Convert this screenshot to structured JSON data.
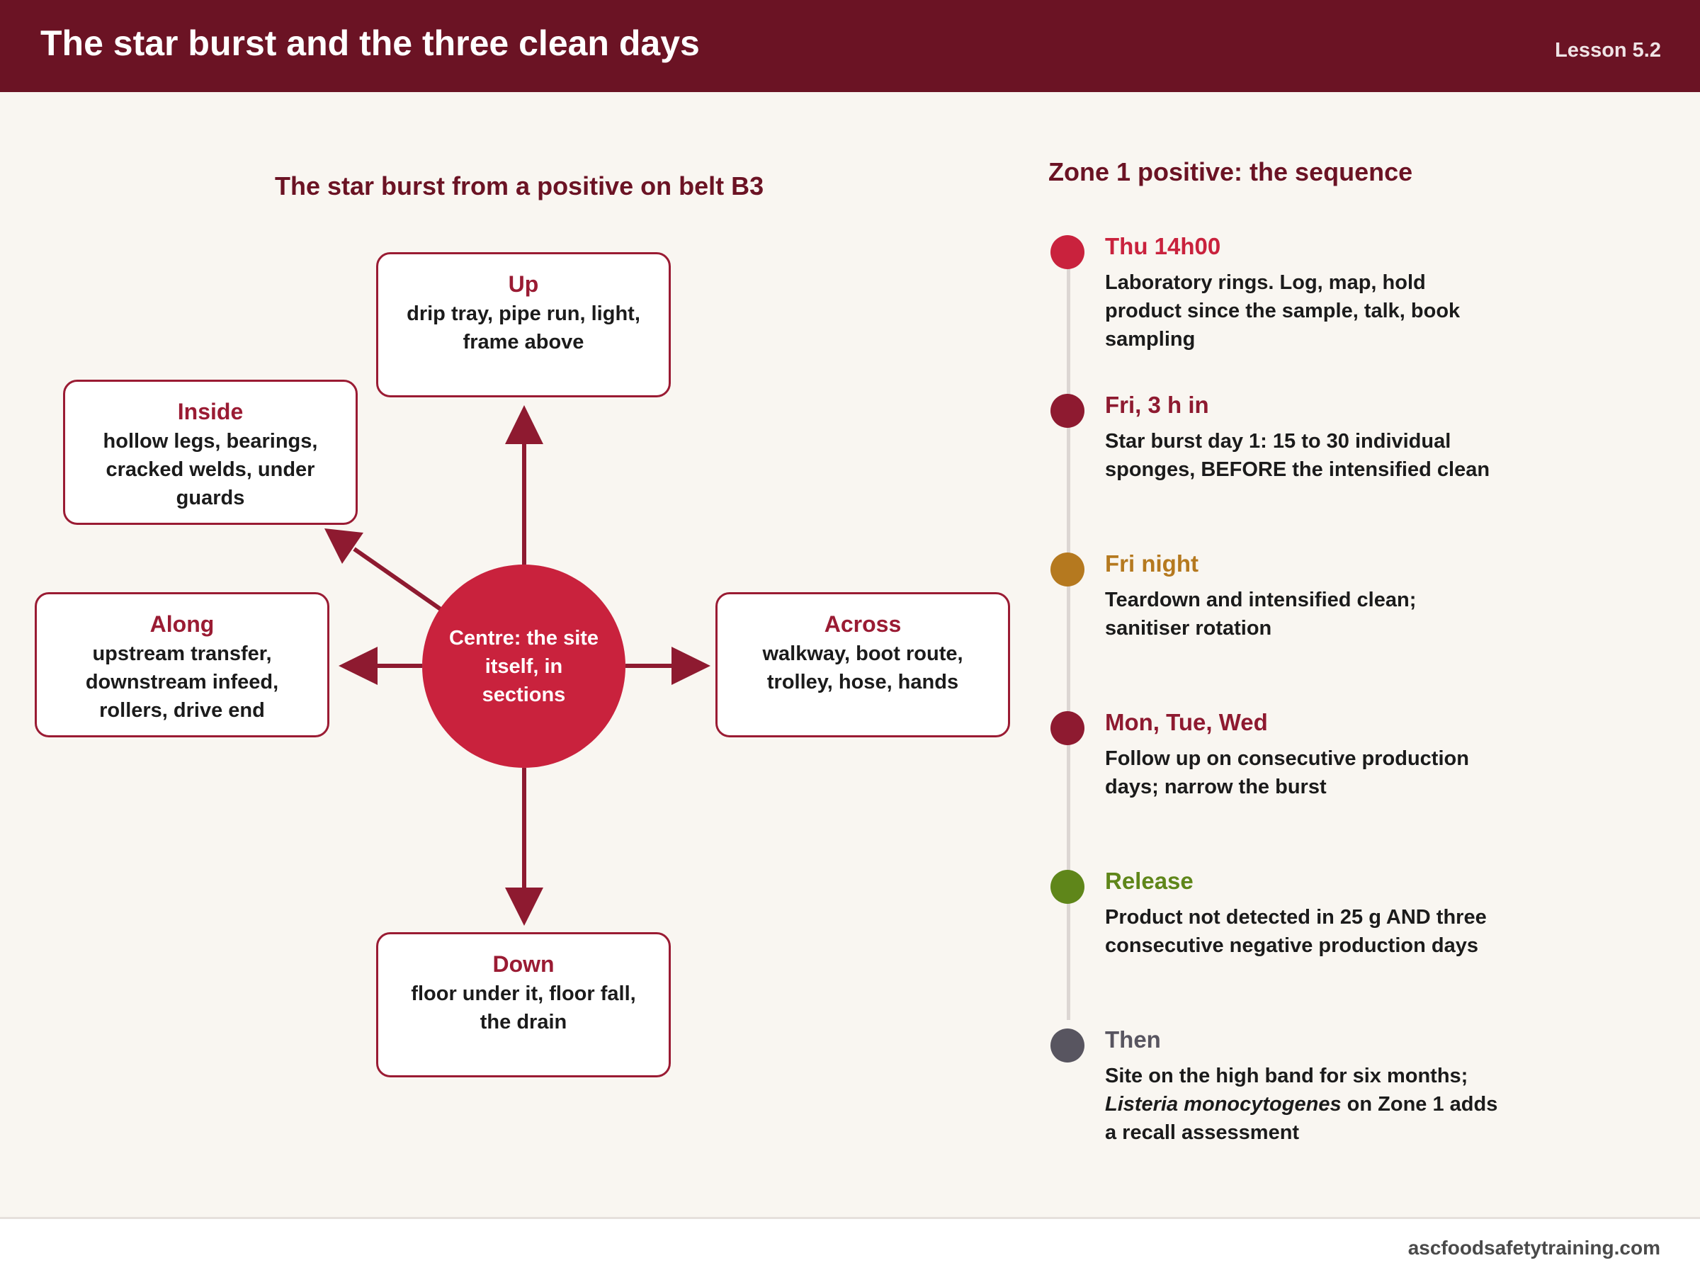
{
  "header": {
    "title": "The star burst and the three clean days",
    "lesson": "Lesson 5.2"
  },
  "burst": {
    "title": "The star burst from a positive on belt B3",
    "center": "Centre: the site itself, in sections",
    "nodes": {
      "up": {
        "heading": "Up",
        "body": "drip tray, pipe run, light, frame above"
      },
      "inside": {
        "heading": "Inside",
        "body": "hollow legs, bearings, cracked welds, under guards"
      },
      "along": {
        "heading": "Along",
        "body": "upstream transfer, downstream infeed, rollers, drive end"
      },
      "across": {
        "heading": "Across",
        "body": "walkway, boot route, trolley, hose, hands"
      },
      "down": {
        "heading": "Down",
        "body": "floor under it, floor fall, the drain"
      }
    },
    "colors": {
      "accent": "#9a1b33",
      "center": "#c9223d"
    }
  },
  "sequence": {
    "title": "Zone 1 positive: the sequence",
    "steps": [
      {
        "heading": "Thu 14h00",
        "color": "#c9223d",
        "body": "Laboratory rings. Log, map, hold product since the sample, talk, book sampling"
      },
      {
        "heading": "Fri, 3 h in",
        "color": "#8e1a30",
        "body": "Star burst day 1: 15 to 30 individual sponges, BEFORE the intensified clean"
      },
      {
        "heading": "Fri night",
        "color": "#b5791f",
        "body": "Teardown and intensified clean; sanitiser rotation"
      },
      {
        "heading": "Mon, Tue, Wed",
        "color": "#8e1a30",
        "body": "Follow up on consecutive production days; narrow the burst"
      },
      {
        "heading": "Release",
        "color": "#5f861a",
        "body": "Product not detected in 25 g AND three consecutive negative production days"
      },
      {
        "heading": "Then",
        "color": "#585560",
        "body_pre": "Site on the high band for six months; ",
        "body_em": "Listeria monocytogenes",
        "body_post": " on Zone 1 adds a recall assessment"
      }
    ]
  },
  "footer": {
    "site": "ascfoodsafetytraining.com"
  }
}
